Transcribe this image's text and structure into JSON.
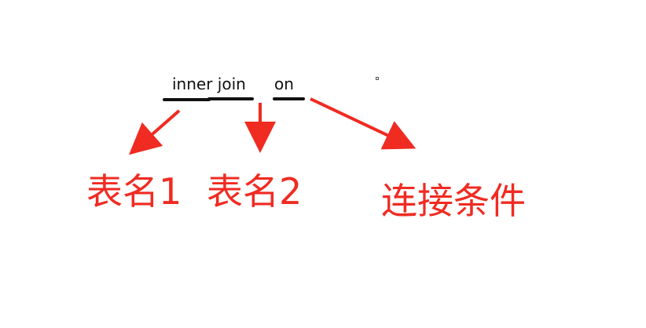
{
  "diagram": {
    "sql_words": {
      "inner_join": "inner join",
      "on": "on"
    },
    "labels": {
      "table_1": "表名1",
      "table_2": "表名2",
      "join_condition": "连接条件"
    },
    "colors": {
      "annotation_red": "#f02b22",
      "underline_black": "#111111"
    }
  }
}
